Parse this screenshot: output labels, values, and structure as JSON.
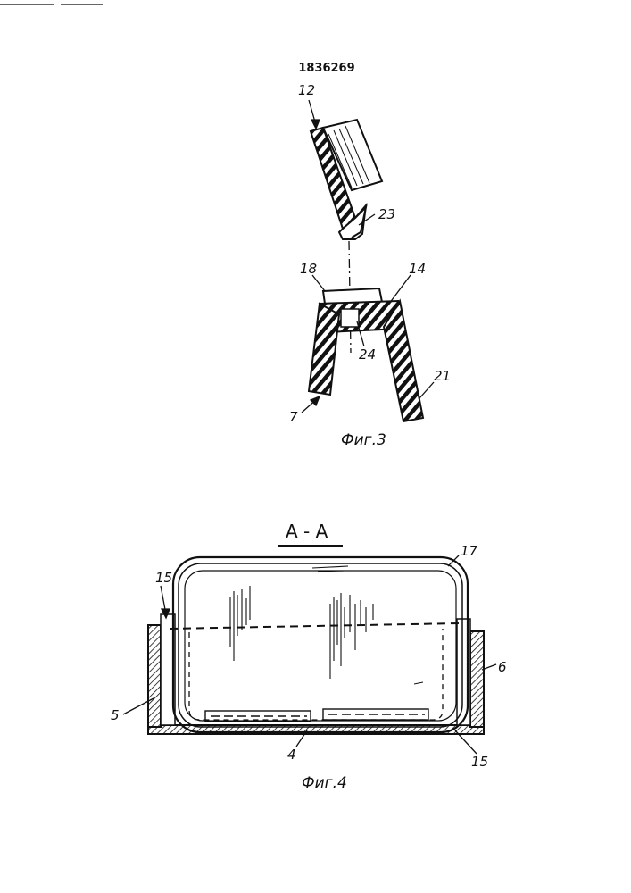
{
  "patent_number": "1836269",
  "fig3": {
    "caption": "Фиг.3",
    "labels": {
      "l12": "12",
      "l23": "23",
      "l18": "18",
      "l14": "14",
      "l24": "24",
      "l21": "21",
      "l7": "7"
    }
  },
  "fig4": {
    "caption": "Фиг.4",
    "section": "А - А",
    "labels": {
      "l17": "17",
      "l15a": "15",
      "l6": "6",
      "l5": "5",
      "l4": "4",
      "l15b": "15"
    }
  }
}
